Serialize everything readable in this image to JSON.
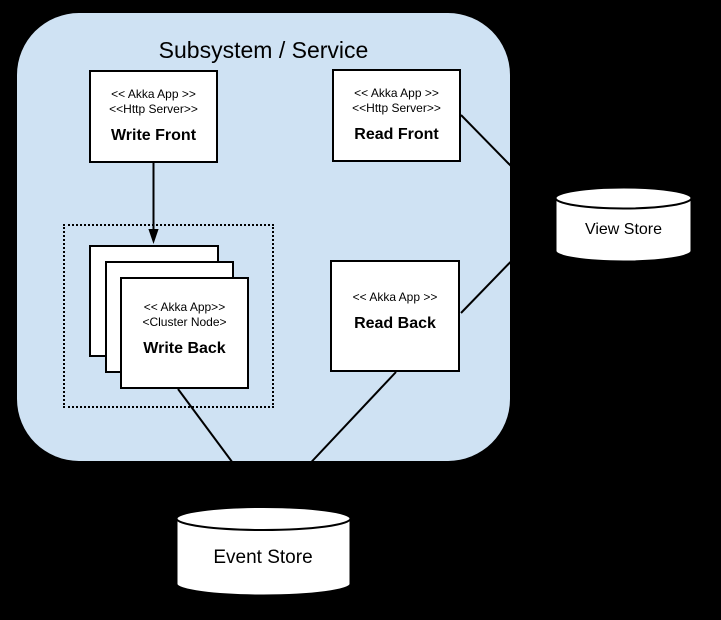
{
  "subsystem": {
    "title": "Subsystem / Service",
    "fill": "#cfe2f3"
  },
  "colors": {
    "background": "#000000",
    "subsystem_fill": "#cfe2f3",
    "node_fill": "#ffffff",
    "stroke": "#000000"
  },
  "nodes": {
    "write_front": {
      "stereotypes": [
        "<< Akka App >>",
        "<<Http Server>>"
      ],
      "name": "Write Front"
    },
    "read_front": {
      "stereotypes": [
        "<< Akka App >>",
        "<<Http Server>>"
      ],
      "name": "Read Front"
    },
    "write_back": {
      "stereotypes": [
        "<< Akka App>>",
        "<Cluster Node>"
      ],
      "name": "Write Back"
    },
    "read_back": {
      "stereotypes": [
        "<< Akka App >>"
      ],
      "name": "Read Back"
    }
  },
  "stores": {
    "view_store": {
      "label": "View Store"
    },
    "event_store": {
      "label": "Event Store"
    }
  },
  "edges": [
    {
      "from": "write_front",
      "to": "write_back",
      "arrow": true
    },
    {
      "from": "write_back",
      "to": "event_store",
      "arrow": false
    },
    {
      "from": "read_back",
      "to": "event_store",
      "arrow": false
    },
    {
      "from": "read_front",
      "to": "view_store",
      "arrow": false
    },
    {
      "from": "read_back",
      "to": "view_store",
      "arrow": false
    }
  ]
}
